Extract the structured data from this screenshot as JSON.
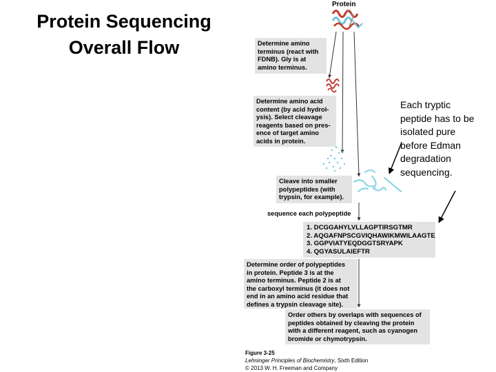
{
  "title": {
    "line1": "Protein Sequencing",
    "line2": "Overall Flow"
  },
  "figure": {
    "protein_label": "Protein",
    "step1": {
      "lines": [
        "Determine amino",
        "terminus (react with",
        "FDNB). Gly is at",
        "amino terminus."
      ]
    },
    "step2": {
      "lines": [
        "Determine amino acid",
        "content (by acid hydrol-",
        "ysis). Select cleavage",
        "reagents based on pres-",
        "ence of target amino",
        "acids in protein."
      ]
    },
    "step3": {
      "lines": [
        "Cleave into smaller",
        "polypeptides (with",
        "trypsin, for example)."
      ]
    },
    "sequence_label": "sequence each polypeptide",
    "peptides": [
      "1. DCGGAHYLVLLAGPTIRSGTMR",
      "2. AQGAFNPSCGVIQHAWIKMWILAAGTE",
      "3. GGPVIATYEQDGGTSRYAPK",
      "4. QGYASULAIEFTR"
    ],
    "step4": {
      "lines": [
        "Determine order of polypeptides",
        "in protein. Peptide 3 is at the",
        "amino terminus. Peptide 2 is at",
        "the carboxyl terminus (it does not",
        "end in an amino acid residue that",
        "defines a trypsin cleavage site)."
      ]
    },
    "step5": {
      "lines": [
        "Order others by overlaps with sequences of",
        "peptides obtained by cleaving the protein",
        "with a different reagent, such as cyanogen",
        "bromide or chymotrypsin."
      ]
    },
    "caption": {
      "figure_number": "Figure 3-25",
      "book_title": "Lehninger Principles of Biochemistry",
      "edition": ", Sixth Edition",
      "copyright": "© 2013 W. H. Freeman and Company"
    }
  },
  "annotation": {
    "lines": [
      "Each tryptic",
      "peptide has to be",
      "isolated pure",
      "before Edman",
      "degradation",
      "sequencing."
    ]
  },
  "colors": {
    "box_fill": "#e3e3e3",
    "helix_red": "#c0392b",
    "helix_blue": "#6fc3d9",
    "fragment_cyan": "#8fd3e6"
  }
}
